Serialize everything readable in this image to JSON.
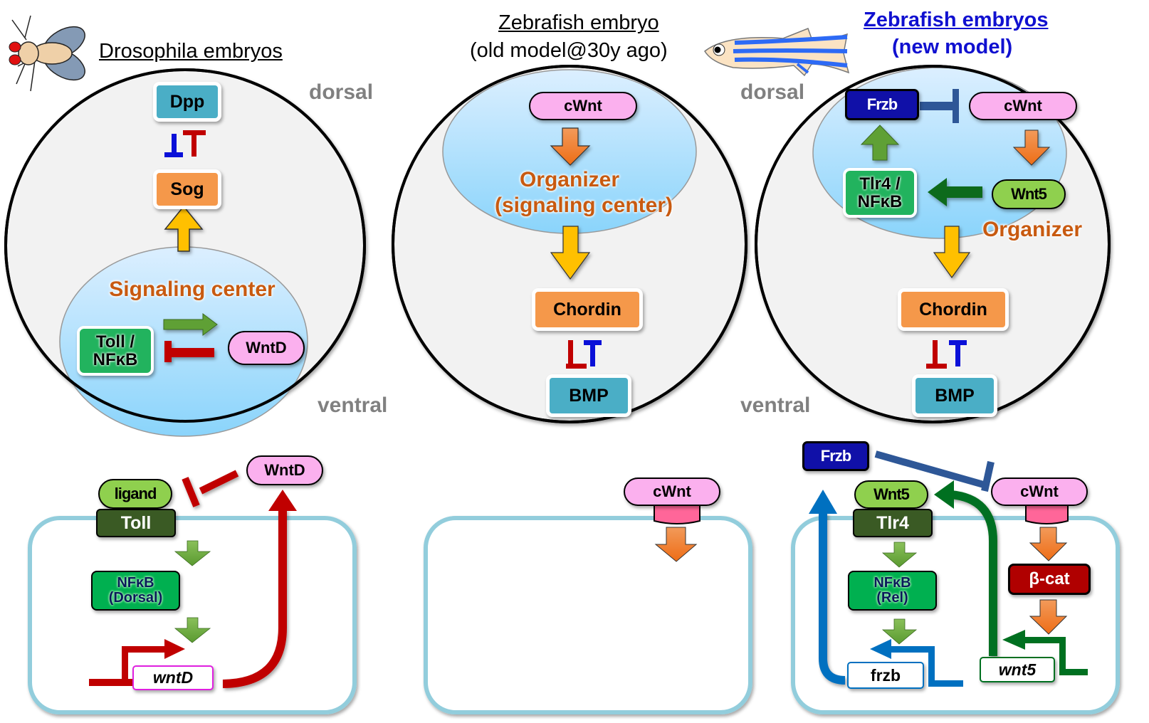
{
  "panels": {
    "drosophila": {
      "title": "Drosophila embryos",
      "dorsal_label": "dorsal",
      "ventral_label": "ventral",
      "center_label": "Signaling center",
      "nodes": {
        "dpp": "Dpp",
        "sog": "Sog",
        "toll_nfkb_line1": "Toll /",
        "toll_nfkb_line2": "NFκB",
        "wntd": "WntD"
      },
      "cell": {
        "wntd_protein": "WntD",
        "ligand": "ligand",
        "receptor": "Toll",
        "nfkb_line1": "NFκB",
        "nfkb_line2": "(Dorsal)",
        "gene": "wntD"
      }
    },
    "zebrafish_old": {
      "title": "Zebrafish embryo",
      "subtitle": "(old model@30y ago)",
      "dorsal_label": "dorsal",
      "ventral_label": "ventral",
      "center_label_line1": "Organizer",
      "center_label_line2": "(signaling center)",
      "nodes": {
        "cwnt": "cWnt",
        "chordin": "Chordin",
        "bmp": "BMP"
      },
      "cell": {
        "cwnt": "cWnt"
      }
    },
    "zebrafish_new": {
      "title": "Zebrafish embryos",
      "subtitle": "(new model)",
      "center_label": "Organizer",
      "nodes": {
        "frzb": "Frzb",
        "cwnt": "cWnt",
        "tlr4_line1": "Tlr4 /",
        "tlr4_line2": "NFκB",
        "wnt5": "Wnt5",
        "chordin": "Chordin",
        "bmp": "BMP"
      },
      "cell": {
        "frzb": "Frzb",
        "wnt5": "Wnt5",
        "receptor": "Tlr4",
        "nfkb_line1": "NFκB",
        "nfkb_line2": "(Rel)",
        "cwnt": "cWnt",
        "bcat": "β-cat",
        "gene_frzb": "frzb",
        "gene_wnt5": "wnt5"
      }
    }
  },
  "icons": {
    "fly": "drosophila-fly-icon",
    "fish": "zebrafish-icon"
  },
  "colors": {
    "inhibit_red": "#c00000",
    "inhibit_blue": "#0a10d8",
    "activate_green": "#5fa035",
    "frzb_blue": "#0070c0",
    "wnt5_green": "#007020",
    "arrow_orange": "#ef7a2a",
    "arrow_yellow": "#ffc000"
  }
}
